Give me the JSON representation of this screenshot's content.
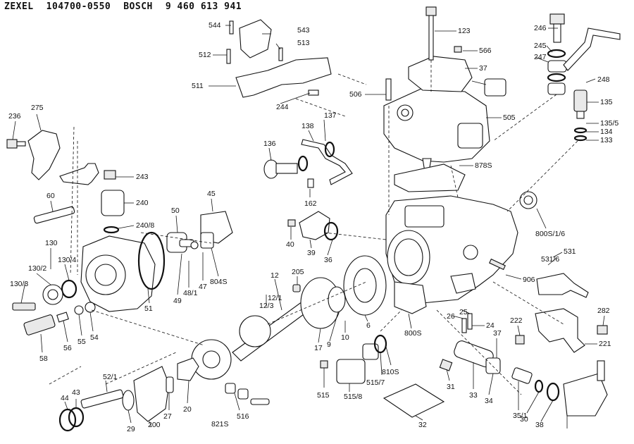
{
  "header": {
    "brand": "ZEXEL",
    "zexel_number": "104700-0550",
    "bosch": "BOSCH",
    "bosch_number": "9 460 613 941"
  },
  "labels": [
    "544",
    "543",
    "513",
    "512",
    "511",
    "244",
    "123",
    "566",
    "37",
    "246",
    "245",
    "247",
    "248",
    "506",
    "505",
    "135",
    "135/5",
    "134",
    "133",
    "137",
    "138",
    "136",
    "878S",
    "162",
    "236",
    "275",
    "243",
    "240",
    "240/8",
    "60",
    "45",
    "50",
    "40",
    "39",
    "36",
    "800S/1/6",
    "531",
    "531/6",
    "906",
    "130",
    "130/4",
    "130/2",
    "130/3",
    "51",
    "49",
    "48/1",
    "47",
    "804S",
    "205",
    "12",
    "12/3",
    "12/1",
    "17",
    "9",
    "10",
    "6",
    "800S",
    "26",
    "25",
    "24",
    "222",
    "282",
    "221",
    "58",
    "56",
    "55",
    "54",
    "44",
    "43",
    "52/1",
    "29",
    "200",
    "27",
    "20",
    "821S",
    "516",
    "515",
    "515/8",
    "515/7",
    "810S",
    "32",
    "31",
    "33",
    "34",
    "35/1",
    "30",
    "38"
  ]
}
